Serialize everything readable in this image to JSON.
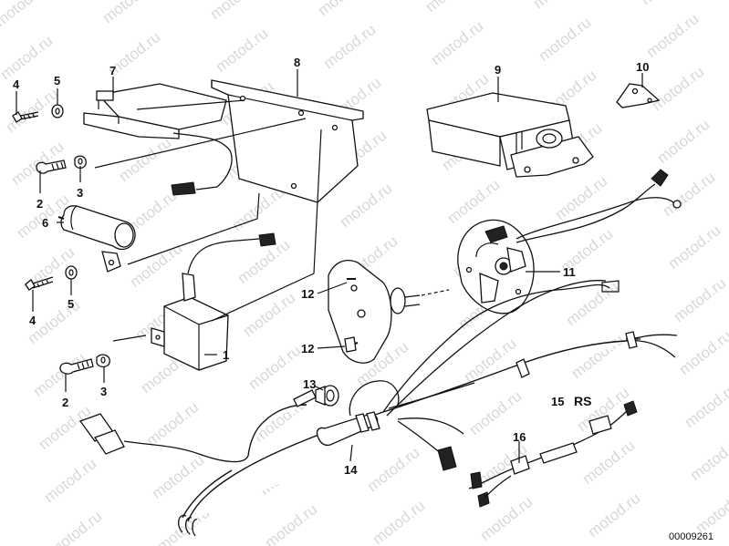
{
  "watermark": "motod.ru",
  "catalog_number": "00009261",
  "suffix_label": "RS",
  "callouts": [
    {
      "id": "c1",
      "text": "1"
    },
    {
      "id": "c2a",
      "text": "2"
    },
    {
      "id": "c2b",
      "text": "2"
    },
    {
      "id": "c3a",
      "text": "3"
    },
    {
      "id": "c3b",
      "text": "3"
    },
    {
      "id": "c4a",
      "text": "4"
    },
    {
      "id": "c4b",
      "text": "4"
    },
    {
      "id": "c5a",
      "text": "5"
    },
    {
      "id": "c5b",
      "text": "5"
    },
    {
      "id": "c6",
      "text": "6"
    },
    {
      "id": "c7",
      "text": "7"
    },
    {
      "id": "c8",
      "text": "8"
    },
    {
      "id": "c9",
      "text": "9"
    },
    {
      "id": "c10",
      "text": "10"
    },
    {
      "id": "c11",
      "text": "11"
    },
    {
      "id": "c12a",
      "text": "12"
    },
    {
      "id": "c12b",
      "text": "12"
    },
    {
      "id": "c13",
      "text": "13"
    },
    {
      "id": "c14",
      "text": "14"
    },
    {
      "id": "c15",
      "text": "15"
    },
    {
      "id": "c16",
      "text": "16"
    }
  ]
}
